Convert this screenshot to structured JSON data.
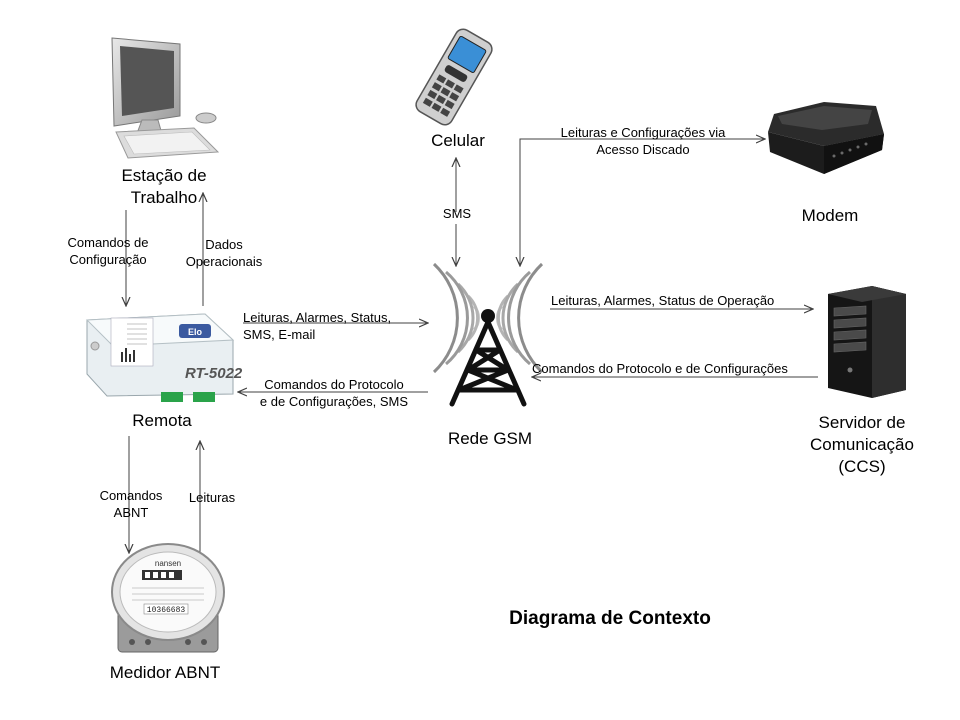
{
  "title": "Diagrama de Contexto",
  "nodes": {
    "workstation": {
      "line1": "Estação de",
      "line2": "Trabalho",
      "icon": "desktop-computer-icon"
    },
    "phone": {
      "label": "Celular",
      "icon": "mobile-phone-icon"
    },
    "modem": {
      "label": "Modem",
      "icon": "modem-icon"
    },
    "remote": {
      "label": "Remota",
      "icon": "rt-5022-device-icon"
    },
    "gsm": {
      "label": "Rede GSM",
      "icon": "radio-tower-icon"
    },
    "server": {
      "line1": "Servidor de",
      "line2": "Comunicação",
      "line3": "(CCS)",
      "icon": "server-tower-icon"
    },
    "meter": {
      "label": "Medidor ABNT",
      "icon": "electric-meter-icon"
    }
  },
  "edges": {
    "config_commands": {
      "line1": "Comandos de",
      "line2": "Configuração"
    },
    "operational_data": {
      "line1": "Dados",
      "line2": "Operacionais"
    },
    "sms": {
      "label": "SMS"
    },
    "dialup": {
      "line1": "Leituras e Configurações via",
      "line2": "Acesso Discado"
    },
    "remote_to_gsm": {
      "line1": "Leituras, Alarmes, Status,",
      "line2": "SMS,  E-mail"
    },
    "gsm_to_remote": {
      "line1": "Comandos do Protocolo",
      "line2": "e de Configurações, SMS"
    },
    "gsm_to_server": {
      "label": "Leituras, Alarmes, Status de Operação"
    },
    "server_to_gsm": {
      "label": "Comandos do Protocolo  e de Configurações"
    },
    "abnt_commands": {
      "line1": "Comandos",
      "line2": "ABNT"
    },
    "readings": {
      "label": "Leituras"
    }
  },
  "device_text": {
    "model": "RT-5022",
    "meter_brand": "nansen",
    "meter_serial": "10366683"
  },
  "colors": {
    "line": "#404040",
    "text": "#000000"
  }
}
